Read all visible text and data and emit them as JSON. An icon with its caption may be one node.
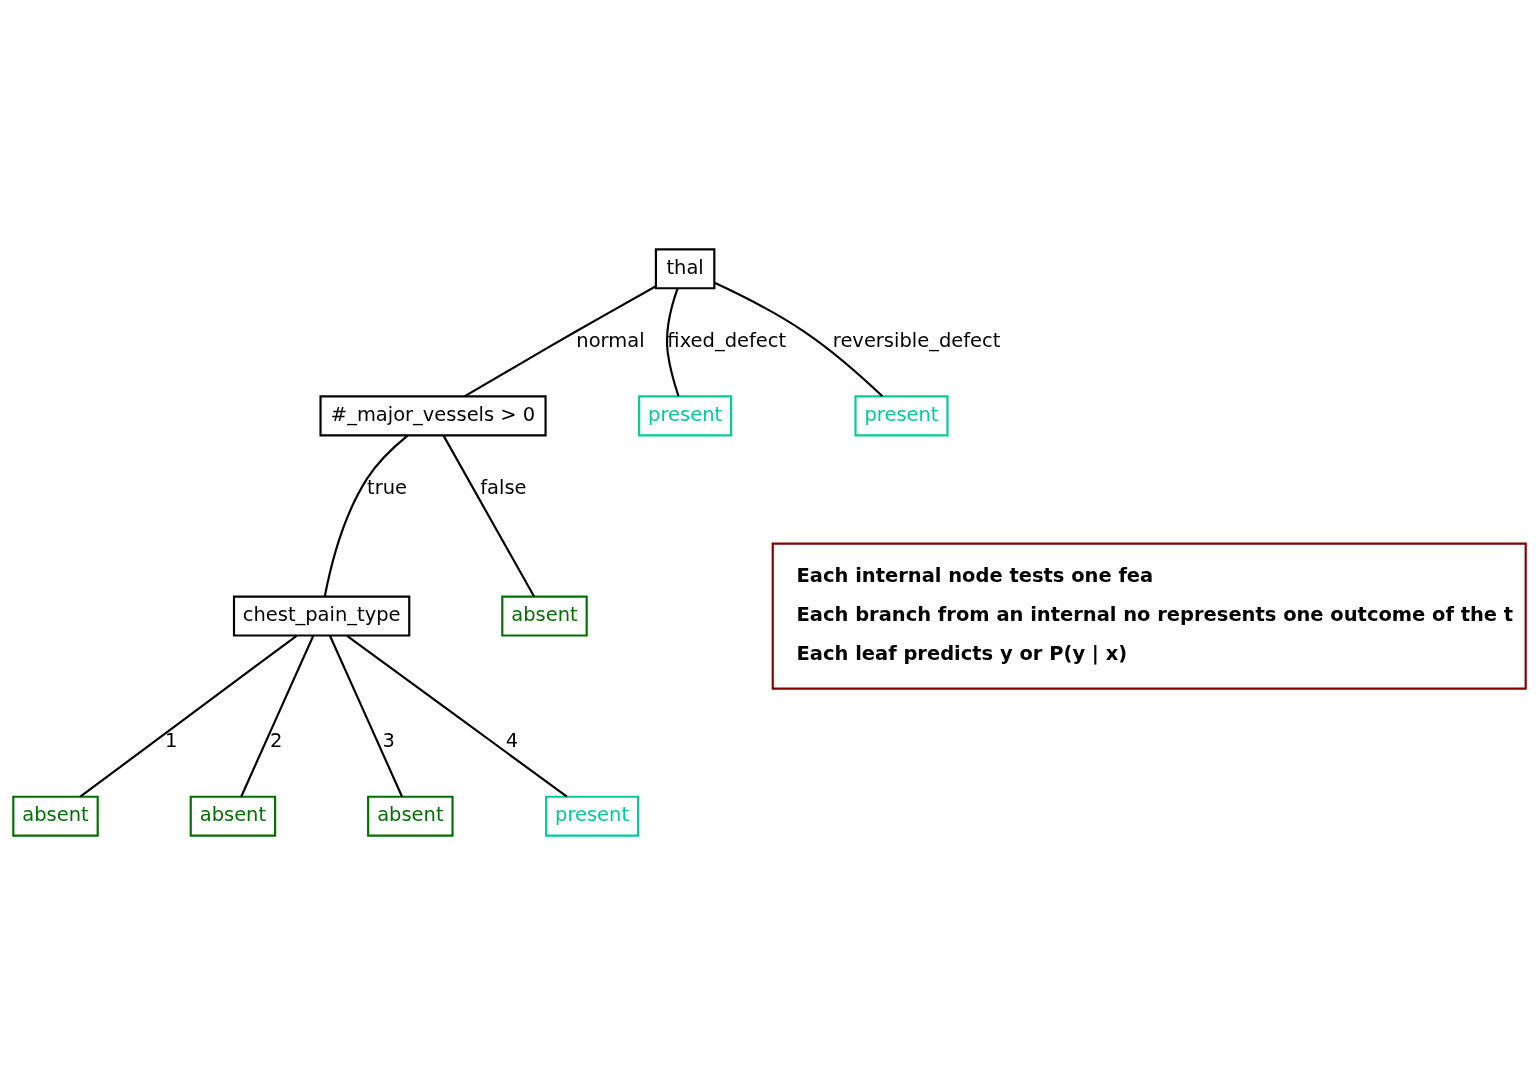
{
  "diagram": {
    "nodes": [
      {
        "text": [
          "thal"
        ]
      },
      {
        "text": [
          "#_major_vessels > 0"
        ]
      },
      {
        "text": [
          "present"
        ]
      },
      {
        "text": [
          "present"
        ]
      },
      {
        "text": [
          "chest_pain_type"
        ]
      },
      {
        "text": [
          "absent"
        ]
      },
      {
        "text": [
          "Each internal node tests one fea",
          "Each branch from an internal no represents one outcome of the t",
          "Each leaf predicts y or P(y | x)"
        ]
      },
      {
        "text": [
          "absent"
        ]
      },
      {
        "text": [
          "absent"
        ]
      },
      {
        "text": [
          "absent"
        ]
      },
      {
        "text": [
          "present"
        ]
      }
    ],
    "edges": [
      {
        "from": 0,
        "to": 1,
        "arrow": "none",
        "label": "normal"
      },
      {
        "from": 0,
        "to": 2,
        "arrow": "none",
        "label": "fixed_defect"
      },
      {
        "from": 0,
        "to": 3,
        "arrow": "none",
        "label": "reversible_defect"
      },
      {
        "from": 1,
        "to": 4,
        "arrow": "none",
        "label": "true"
      },
      {
        "from": 1,
        "to": 5,
        "arrow": "none",
        "label": "false"
      },
      {
        "from": 4,
        "to": 7,
        "arrow": "none",
        "label": "1"
      },
      {
        "from": 4,
        "to": 8,
        "arrow": "none",
        "label": "2"
      },
      {
        "from": 4,
        "to": 9,
        "arrow": "none",
        "label": "3"
      },
      {
        "from": 4,
        "to": 10,
        "arrow": "none",
        "label": "4"
      }
    ]
  }
}
